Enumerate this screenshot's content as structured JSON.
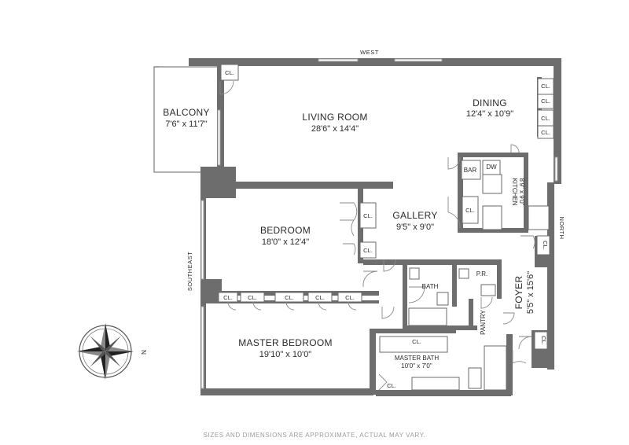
{
  "directions": {
    "west": "WEST",
    "north": "NORTH",
    "southeast": "SOUTHEAST",
    "compass_n": "N"
  },
  "rooms": {
    "balcony": {
      "name": "BALCONY",
      "dims": "7'6\" x 11'7\""
    },
    "living_room": {
      "name": "LIVING ROOM",
      "dims": "28'6\" x 14'4\""
    },
    "dining": {
      "name": "DINING",
      "dims": "12'4\" x 10'9\""
    },
    "kitchen": {
      "name": "KITCHEN",
      "dims": "8'9\" x 9'0\""
    },
    "bedroom": {
      "name": "BEDROOM",
      "dims": "18'0\" x 12'4\""
    },
    "gallery": {
      "name": "GALLERY",
      "dims": "9'5\" x 9'0\""
    },
    "foyer": {
      "name": "FOYER",
      "dims": "5'5\" x 15'6\""
    },
    "master_bedroom": {
      "name": "MASTER BEDROOM",
      "dims": "19'10\" x 10'0\""
    },
    "master_bath": {
      "name": "MASTER BATH",
      "dims": "10'0\" x 7'0\""
    }
  },
  "labels": {
    "closet": "CL.",
    "bar": "BAR",
    "dishwasher": "DW",
    "bath": "BATH",
    "powder_room": "P.R.",
    "pantry": "PANTRY"
  },
  "note": "SIZES AND DIMENSIONS ARE APPROXIMATE, ACTUAL MAY VARY."
}
